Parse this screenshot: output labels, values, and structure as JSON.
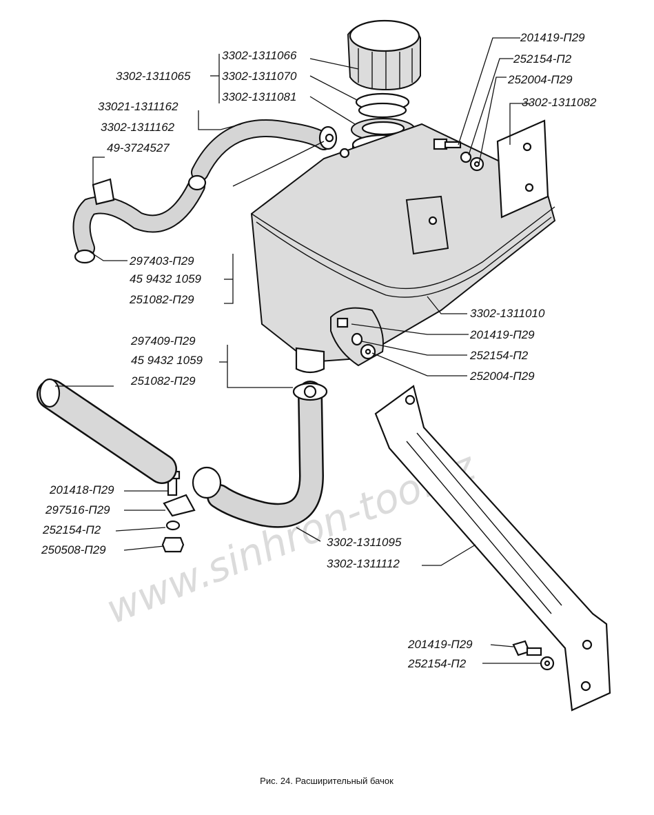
{
  "caption": "Рис. 24. Расширительный бачок",
  "watermark": "www.sinhron-too.kz",
  "labels": {
    "l1": "3302-1311066",
    "l2": "3302-1311070",
    "l3": "3302-1311081",
    "l4": "3302-1311065",
    "l5": "33021-1311162",
    "l6": "3302-1311162",
    "l7": "49-3724527",
    "l8": "201419-П29",
    "l9": "252154-П2",
    "l10": "252004-П29",
    "l11": "3302-1311082",
    "l12": "297403-П29",
    "l13": "45 9432 1059",
    "l14": "251082-П29",
    "l15": "3302-1311010",
    "l16": "201419-П29",
    "l17": "252154-П2",
    "l18": "252004-П29",
    "l19": "297409-П29",
    "l20": "45 9432 1059",
    "l21": "251082-П29",
    "l22": "201418-П29",
    "l23": "297516-П29",
    "l24": "252154-П2",
    "l25": "250508-П29",
    "l26": "3302-1311095",
    "l27": "3302-1311112",
    "l28": "201419-П29",
    "l29": "252154-П2"
  }
}
